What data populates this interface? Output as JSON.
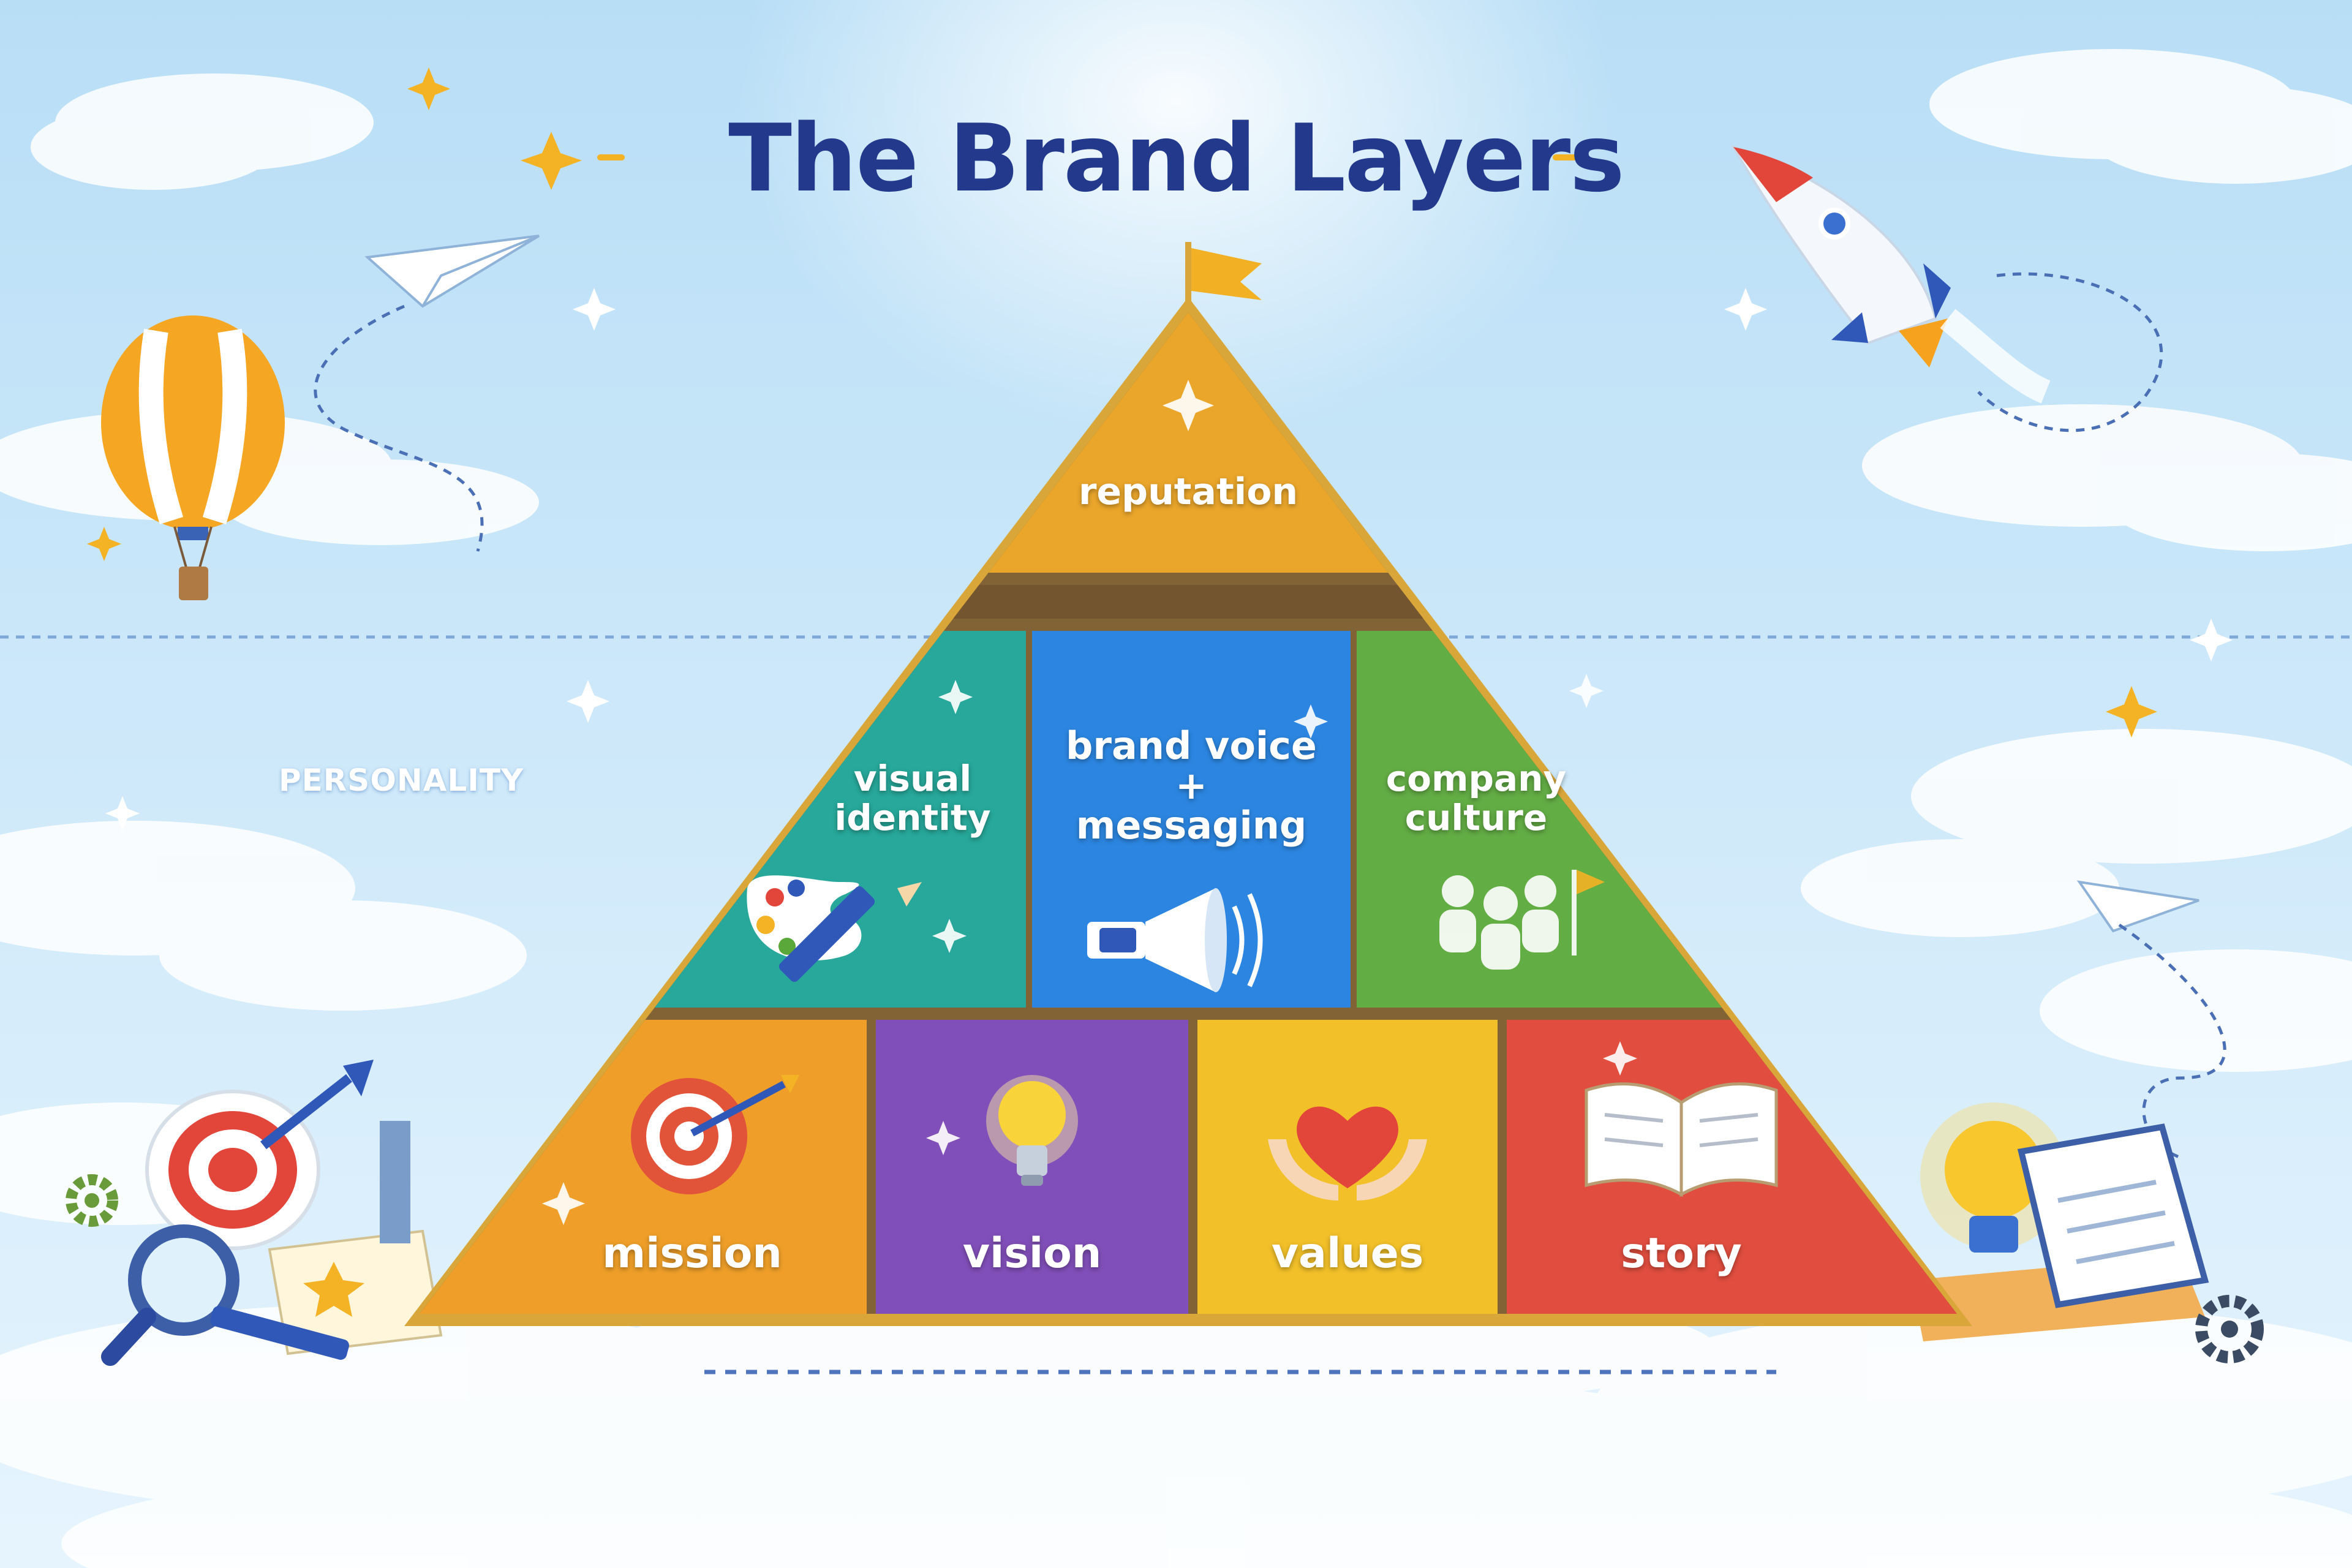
{
  "title": "The Brand Layers",
  "side_label": "PERSONALITY",
  "pyramid": {
    "top": {
      "label": "reputation",
      "color": "#e9a11e"
    },
    "middle": [
      {
        "label_lines": [
          "visual",
          "identity"
        ],
        "icon": "palette-and-pencil-icon",
        "color": "#1aa394"
      },
      {
        "label_lines": [
          "brand voice",
          "+",
          "messaging"
        ],
        "icon": "megaphone-icon",
        "color": "#1f7fe0"
      },
      {
        "label_lines": [
          "company",
          "culture"
        ],
        "icon": "team-with-flag-icon",
        "color": "#5aa83a"
      }
    ],
    "bottom": [
      {
        "label": "mission",
        "icon": "target-with-arrow-icon",
        "color": "#ee9a1c"
      },
      {
        "label": "vision",
        "icon": "light-bulb-icon",
        "color": "#7a45b5"
      },
      {
        "label": "values",
        "icon": "heart-in-hands-icon",
        "color": "#f2bd1c"
      },
      {
        "label": "story",
        "icon": "open-book-icon",
        "color": "#e04333"
      }
    ]
  },
  "decorations": [
    "hot-air-balloon-icon",
    "paper-plane-icon",
    "rocket-icon",
    "target-icon",
    "magnifier-icon",
    "light-bulb-icon",
    "notebook-icon",
    "gear-icon",
    "star-icon",
    "flag-icon"
  ]
}
